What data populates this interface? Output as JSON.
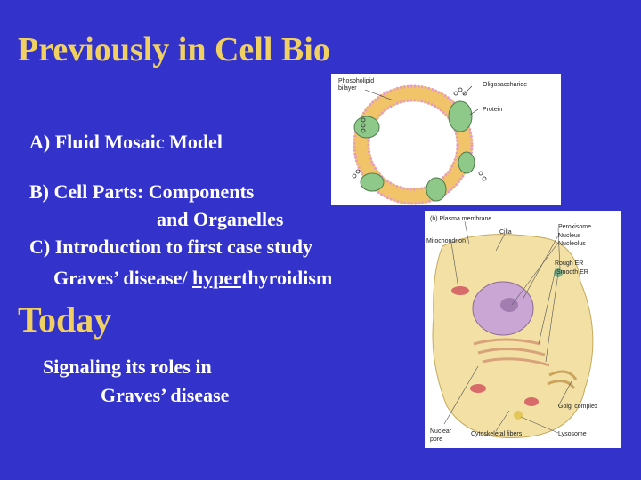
{
  "slide": {
    "title": "Previously in Cell Bio",
    "items": {
      "a": "A) Fluid Mosaic Model",
      "b_line1": "B) Cell Parts: Components",
      "b_line2": "and Organelles",
      "c_line1": "C) Introduction to first case study",
      "c_line2_before": "Graves’ disease/ ",
      "c_line2_underlined": "hyper",
      "c_line2_after": "thyroidism"
    },
    "today_heading": "Today",
    "today_line1": "Signaling its roles in",
    "today_line2": "Graves’ disease"
  },
  "membrane_figure": {
    "labels": {
      "phospholipid_1": "Phospholipid",
      "phospholipid_2": "bilayer",
      "oligosaccharide": "Oligosaccharide",
      "protein": "Protein"
    }
  },
  "cell_figure": {
    "labels": {
      "plasma_membrane": "(b)  Plasma membrane",
      "cilia": "Cilia",
      "mitochondrion": "Mitochondrion",
      "peroxisome": "Peroxisome",
      "nucleus": "Nucleus",
      "nucleolus": "Nucleolus",
      "rough_er": "Rough ER",
      "smooth_er": "Smooth ER",
      "golgi": "Golgi complex",
      "nuclear_pore_1": "Nuclear",
      "nuclear_pore_2": "pore",
      "cytoskeletal": "Cytoskeletal fibers",
      "lysosome": "Lysosome"
    }
  }
}
